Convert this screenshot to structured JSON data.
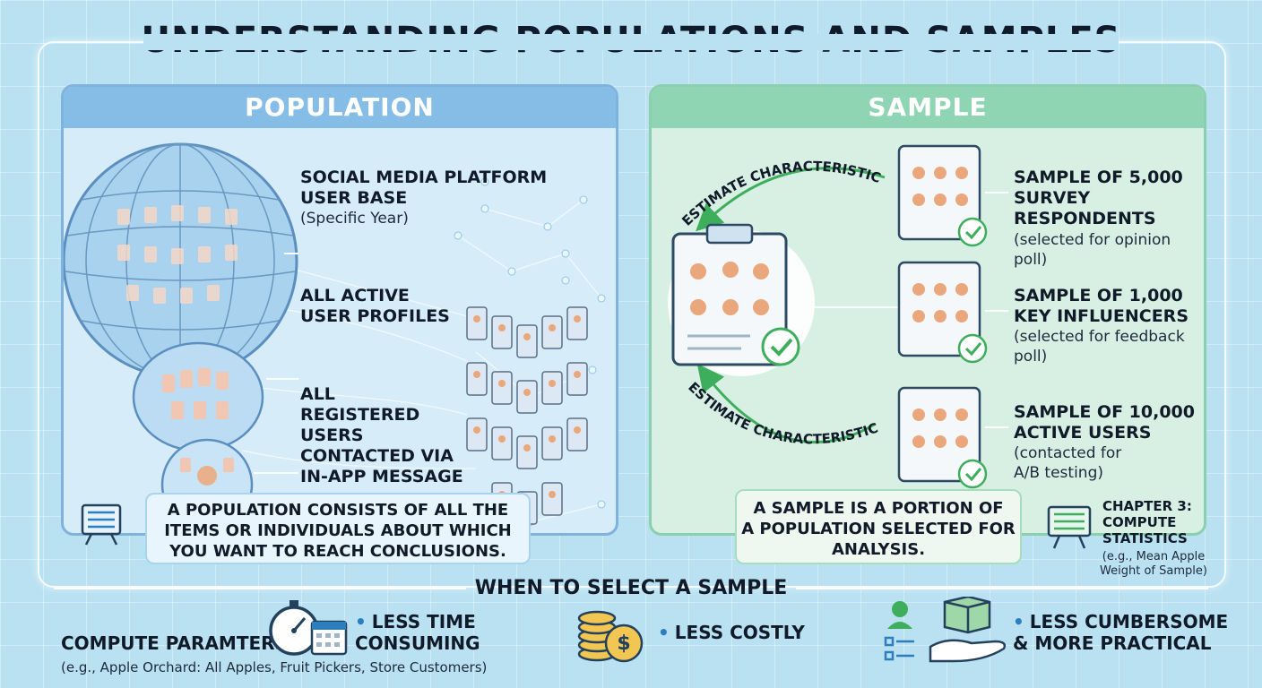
{
  "title": "UNDERSTANDING POPULATIONS AND SAMPLES",
  "population": {
    "heading": "POPULATION",
    "items": [
      {
        "label": "SOCIAL MEDIA PLATFORM\nUSER BASE",
        "sub": "(Specific Year)"
      },
      {
        "label": "ALL ACTIVE\nUSER PROFILES",
        "sub": ""
      },
      {
        "label": "ALL\nREGISTERED\nUSERS\nCONTACTED VIA\nIN-APP MESSAGE",
        "sub": ""
      }
    ],
    "definition": "A POPULATION CONSISTS OF ALL THE\nITEMS OR INDIVIDUALS ABOUT WHICH\nYOU WANT TO REACH CONCLUSIONS."
  },
  "sample": {
    "heading": "SAMPLE",
    "arrow_top": "ESTIMATE CHARACTERISTICS",
    "arrow_bottom": "ESTIMATE CHARACTERISTICS",
    "items": [
      {
        "label": "SAMPLE OF 5,000\nSURVEY\nRESPONDENTS",
        "sub": "(selected for opinion\npoll)"
      },
      {
        "label": "SAMPLE OF 1,000\nKEY INFLUENCERS",
        "sub": "(selected for feedback\npoll)"
      },
      {
        "label": "SAMPLE OF 10,000\nACTIVE USERS",
        "sub": "(contacted for\nA/B testing)"
      }
    ],
    "definition": "A SAMPLE IS A PORTION OF\nA POPULATION SELECTED FOR\nANALYSIS.",
    "chapter": {
      "label": "CHAPTER 3:\nCOMPUTE\nSTATISTICS",
      "sub": "(e.g., Mean Apple\nWeight of Sample)"
    }
  },
  "when": {
    "heading": "WHEN TO SELECT A SAMPLE",
    "compute_label": "COMPUTE PARAMTERS",
    "compute_sub": "(e.g., Apple Orchard: All Apples, Fruit Pickers, Store Customers)",
    "reasons": [
      "LESS TIME\nCONSUMING",
      "LESS COSTLY",
      "LESS CUMBERSOME\n& MORE PRACTICAL"
    ]
  },
  "colors": {
    "population_accent": "#86bde6",
    "sample_accent": "#8fd4b3",
    "check": "#3fae5c"
  },
  "icons": [
    "globe-icon",
    "phone-card-icon",
    "clipboard-icon",
    "check-icon",
    "easel-board-icon",
    "stopwatch-icon",
    "calendar-icon",
    "coin-stack-icon",
    "person-checklist-icon",
    "hand-box-icon"
  ]
}
